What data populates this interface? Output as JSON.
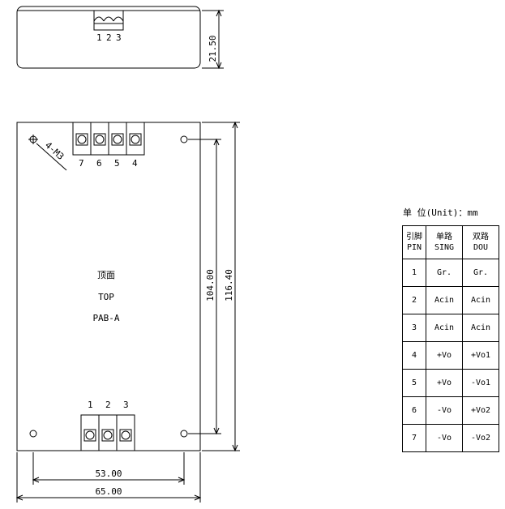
{
  "side_view": {
    "pins": [
      "1",
      "2",
      "3"
    ],
    "height_dim": "21.50"
  },
  "top_view": {
    "title_cn": "顶面",
    "title_en": "TOP",
    "model": "PAB-A",
    "hole_label": "4-M3",
    "top_pins": [
      "7",
      "6",
      "5",
      "4"
    ],
    "bottom_pins": [
      "1",
      "2",
      "3"
    ],
    "dim_width_holes": "53.00",
    "dim_width_total": "65.00",
    "dim_height_holes": "104.00",
    "dim_height_total": "116.40"
  },
  "unit_caption": "单 位(Unit)：mm",
  "pin_table": {
    "header": [
      {
        "cn": "引脚",
        "en": "PIN"
      },
      {
        "cn": "单路",
        "en": "SING"
      },
      {
        "cn": "双路",
        "en": "DOU"
      }
    ],
    "rows": [
      [
        "1",
        "Gr.",
        "Gr."
      ],
      [
        "2",
        "Acin",
        "Acin"
      ],
      [
        "3",
        "Acin",
        "Acin"
      ],
      [
        "4",
        "+Vo",
        "+Vo1"
      ],
      [
        "5",
        "+Vo",
        "-Vo1"
      ],
      [
        "6",
        "-Vo",
        "+Vo2"
      ],
      [
        "7",
        "-Vo",
        "-Vo2"
      ]
    ]
  }
}
